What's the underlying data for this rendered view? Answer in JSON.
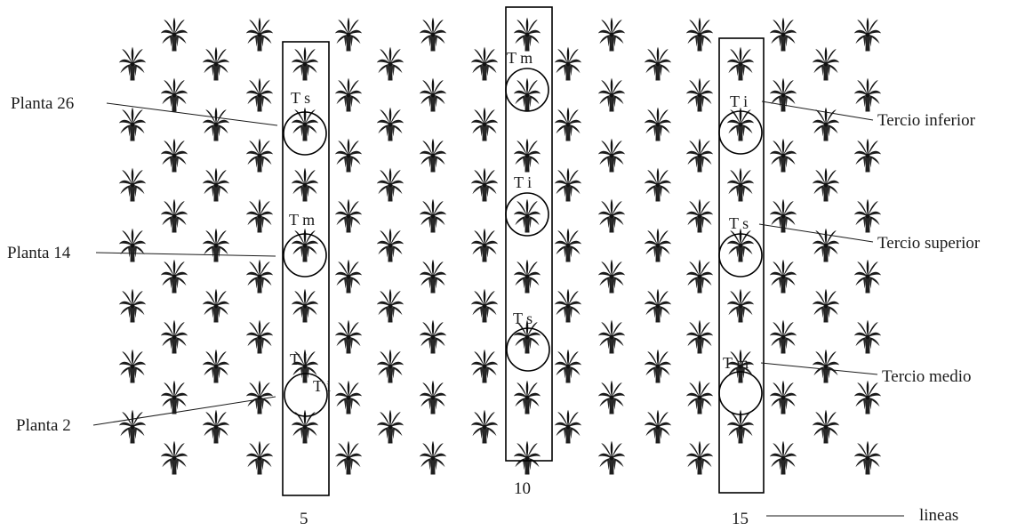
{
  "left_labels": {
    "planta_26": "Planta 26",
    "planta_14": "Planta 14",
    "planta_2": "Planta 2"
  },
  "right_labels": {
    "tercio_inferior": "Tercio inferior",
    "tercio_superior": "Tercio superior",
    "tercio_medio": "Tercio medio",
    "lineas": "lineas"
  },
  "line_numbers": {
    "l5": "5",
    "l10": "10",
    "l15": "15"
  },
  "column_5": {
    "top": "T s",
    "middle": "T m",
    "bottom": "T i",
    "extra": "T i"
  },
  "column_10": {
    "top": "T m",
    "middle": "T i",
    "bottom": "T s"
  },
  "column_15": {
    "top": "T i",
    "middle": "T s",
    "bottom": "T m"
  },
  "icon": "palm-tree-icon"
}
